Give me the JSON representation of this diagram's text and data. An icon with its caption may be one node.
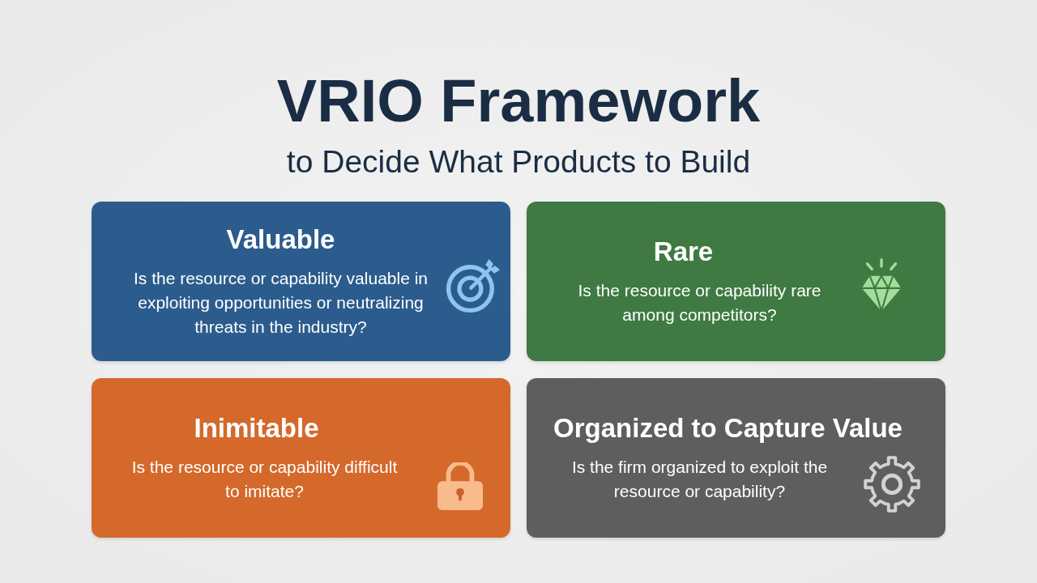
{
  "diagram": {
    "title": "VRIO Framework",
    "nodes": [
      {
        "text": [
          "Valuable",
          "Is the resource or capability valuable in exploiting opportunities or neutralizing threats in the industry?"
        ]
      },
      {
        "text": [
          "Rare",
          "Is the resource or capability rare among competitors?"
        ]
      },
      {
        "text": [
          "Inimitable",
          "Is the resource or capability difficult to imitate?"
        ]
      },
      {
        "text": [
          "Organized to Capture Value",
          "Is the firm organized to exploit the resource or capability?"
        ]
      }
    ],
    "labels": [
      "to Decide What Products to Build"
    ]
  }
}
